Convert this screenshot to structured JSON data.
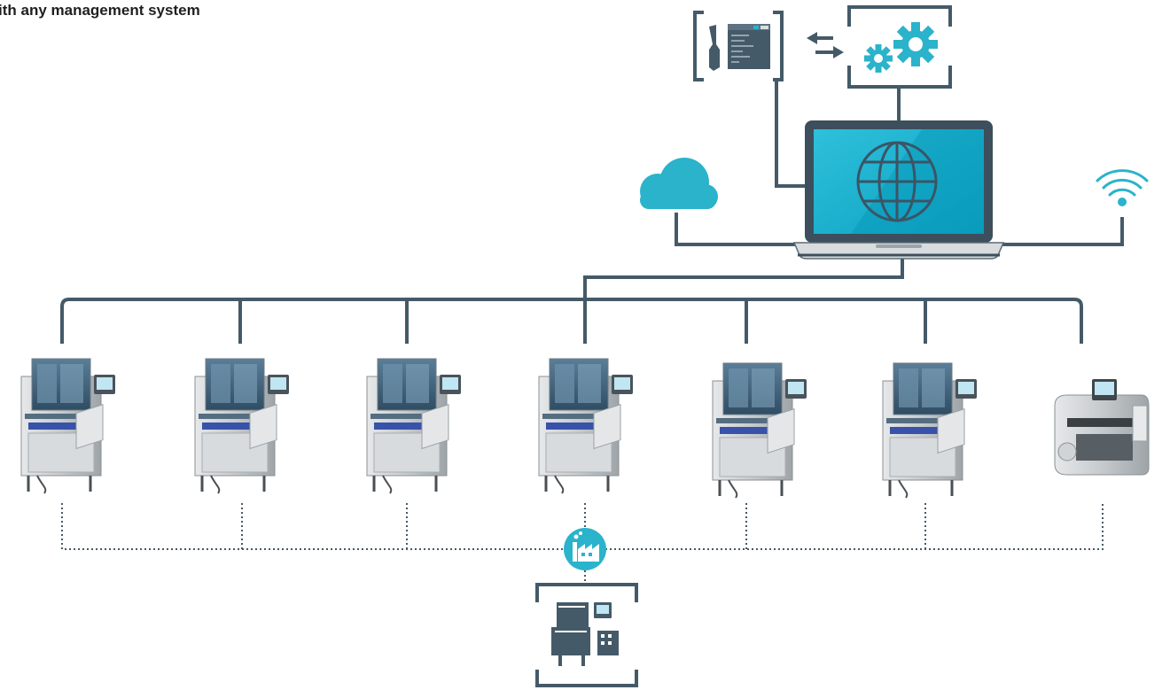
{
  "header": {
    "title": "ith any management system"
  },
  "colors": {
    "line": "#455a68",
    "accent": "#2ab3cb",
    "steel": "#c9cdd0",
    "panel_blue": "#45708e"
  },
  "nodes": {
    "top": [
      "config-tool-icon",
      "gears-icon"
    ],
    "hub": "laptop-globe-icon",
    "aux": [
      "cloud-icon",
      "wifi-icon"
    ],
    "machines": [
      "labeling-machine-1",
      "labeling-machine-2",
      "labeling-machine-3",
      "labeling-machine-4",
      "labeling-machine-5",
      "labeling-machine-6",
      "compact-weighing-machine"
    ],
    "factory": [
      "factory-icon",
      "factory-machine-icon"
    ]
  }
}
